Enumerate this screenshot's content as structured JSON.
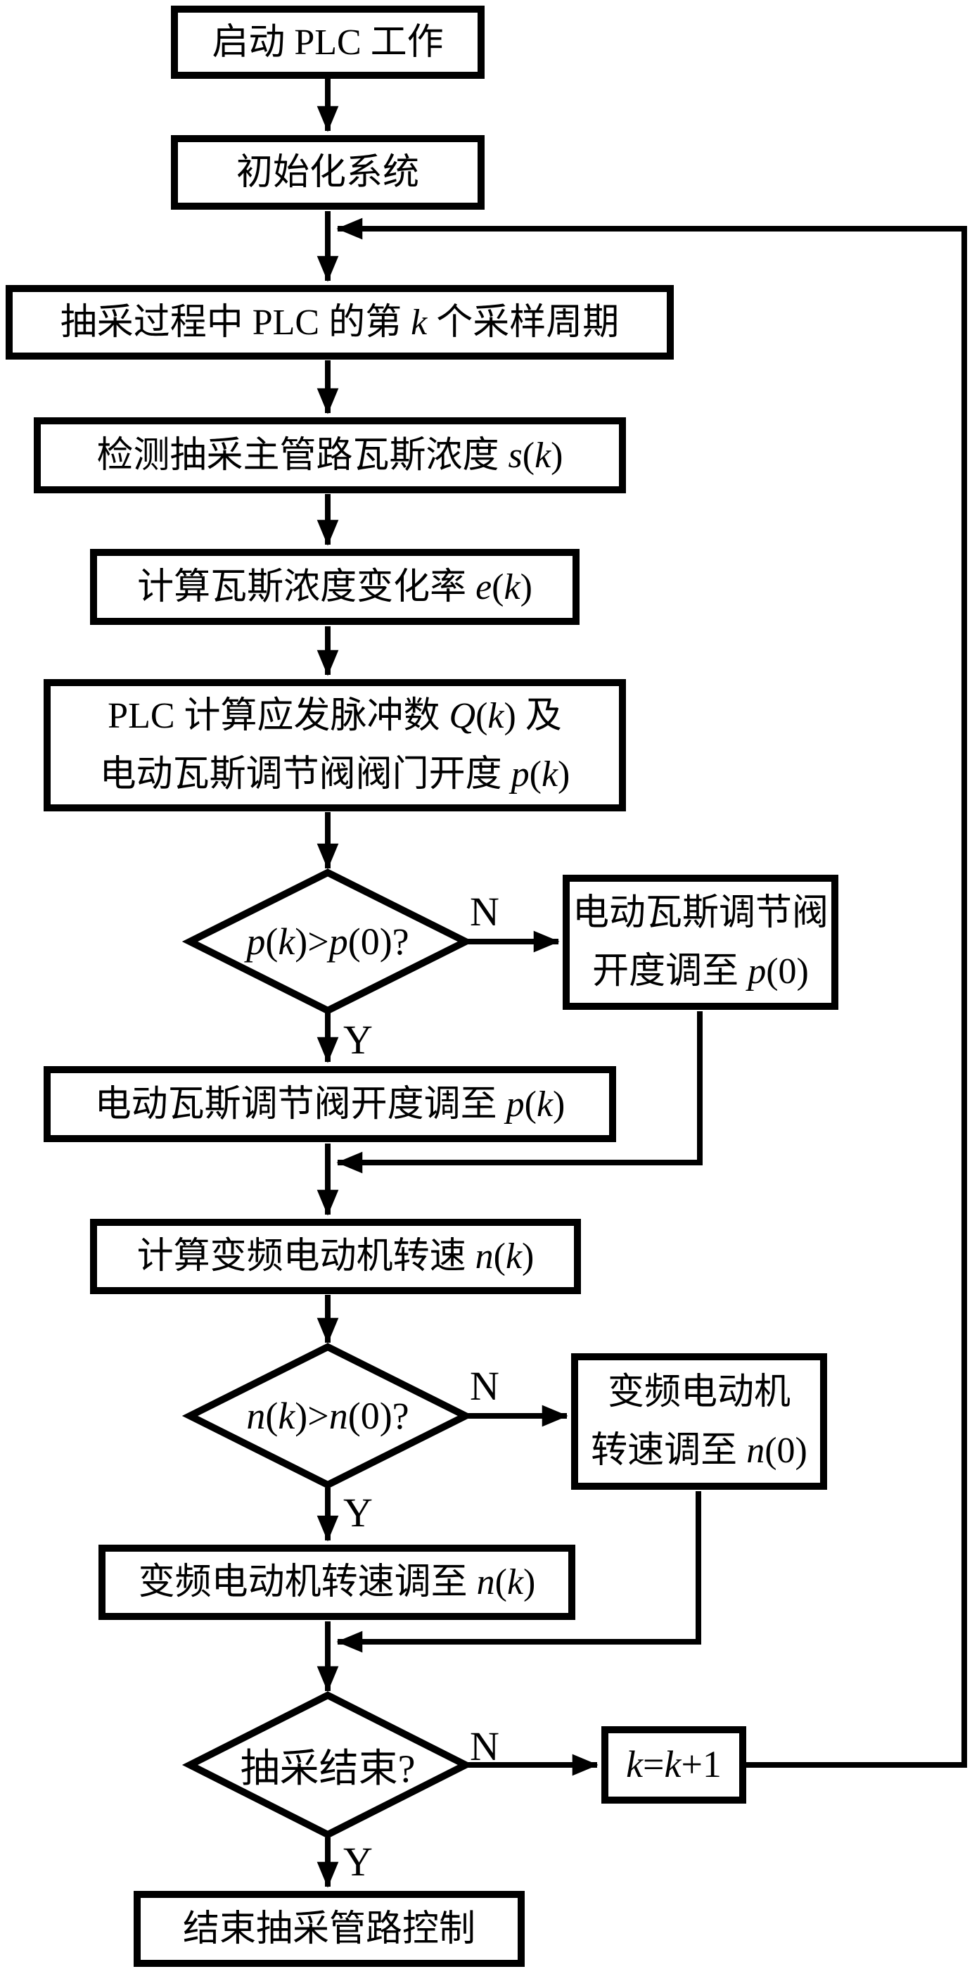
{
  "figure": {
    "type": "flowchart",
    "background": "#ffffff",
    "line_color": "#000000",
    "node_fill": "#ffffff"
  },
  "labels": {
    "n1": "N",
    "y1": "Y",
    "n2": "N",
    "y2": "Y",
    "n3": "N",
    "y3": "Y"
  },
  "nodes": {
    "start": {
      "text": "启动 PLC 工作"
    },
    "init": {
      "text": "初始化系统"
    },
    "sample": {
      "parts": [
        "抽采过程中 PLC 的第 ",
        "k",
        " 个采样周期"
      ]
    },
    "detect": {
      "parts": [
        "检测抽采主管路瓦斯浓度 ",
        "s",
        "(",
        "k",
        ")"
      ]
    },
    "rate": {
      "parts": [
        "计算瓦斯浓度变化率 ",
        "e",
        "(",
        "k",
        ")"
      ]
    },
    "calc_valve": {
      "line1": [
        "PLC 计算应发脉冲数 ",
        "Q",
        "(",
        "k",
        ") 及"
      ],
      "line2": [
        "电动瓦斯调节阀阀门开度 ",
        "p",
        "(",
        "k",
        ")"
      ]
    },
    "decide_p": {
      "parts": [
        "p",
        "(",
        "k",
        ")>",
        "p",
        "(0)?"
      ]
    },
    "valve_p0": {
      "line1": "电动瓦斯调节阀",
      "line2": [
        "开度调至 ",
        "p",
        "(0)"
      ]
    },
    "valve_pk": {
      "parts": [
        "电动瓦斯调节阀开度调至 ",
        "p",
        "(",
        "k",
        ")"
      ]
    },
    "calc_n": {
      "parts": [
        "计算变频电动机转速 ",
        "n",
        "(",
        "k",
        ")"
      ]
    },
    "decide_n": {
      "parts": [
        "n",
        "(",
        "k",
        ")>",
        "n",
        "(0)?"
      ]
    },
    "motor_n0": {
      "line1": "变频电动机",
      "line2": [
        "转速调至 ",
        "n",
        "(0)"
      ]
    },
    "motor_nk": {
      "parts": [
        "变频电动机转速调至 ",
        "n",
        "(",
        "k",
        ")"
      ]
    },
    "decide_end": {
      "text": "抽采结束?"
    },
    "increment": {
      "parts": [
        "k",
        "=",
        "k",
        "+1"
      ]
    },
    "end": {
      "text": "结束抽采管路控制"
    }
  }
}
